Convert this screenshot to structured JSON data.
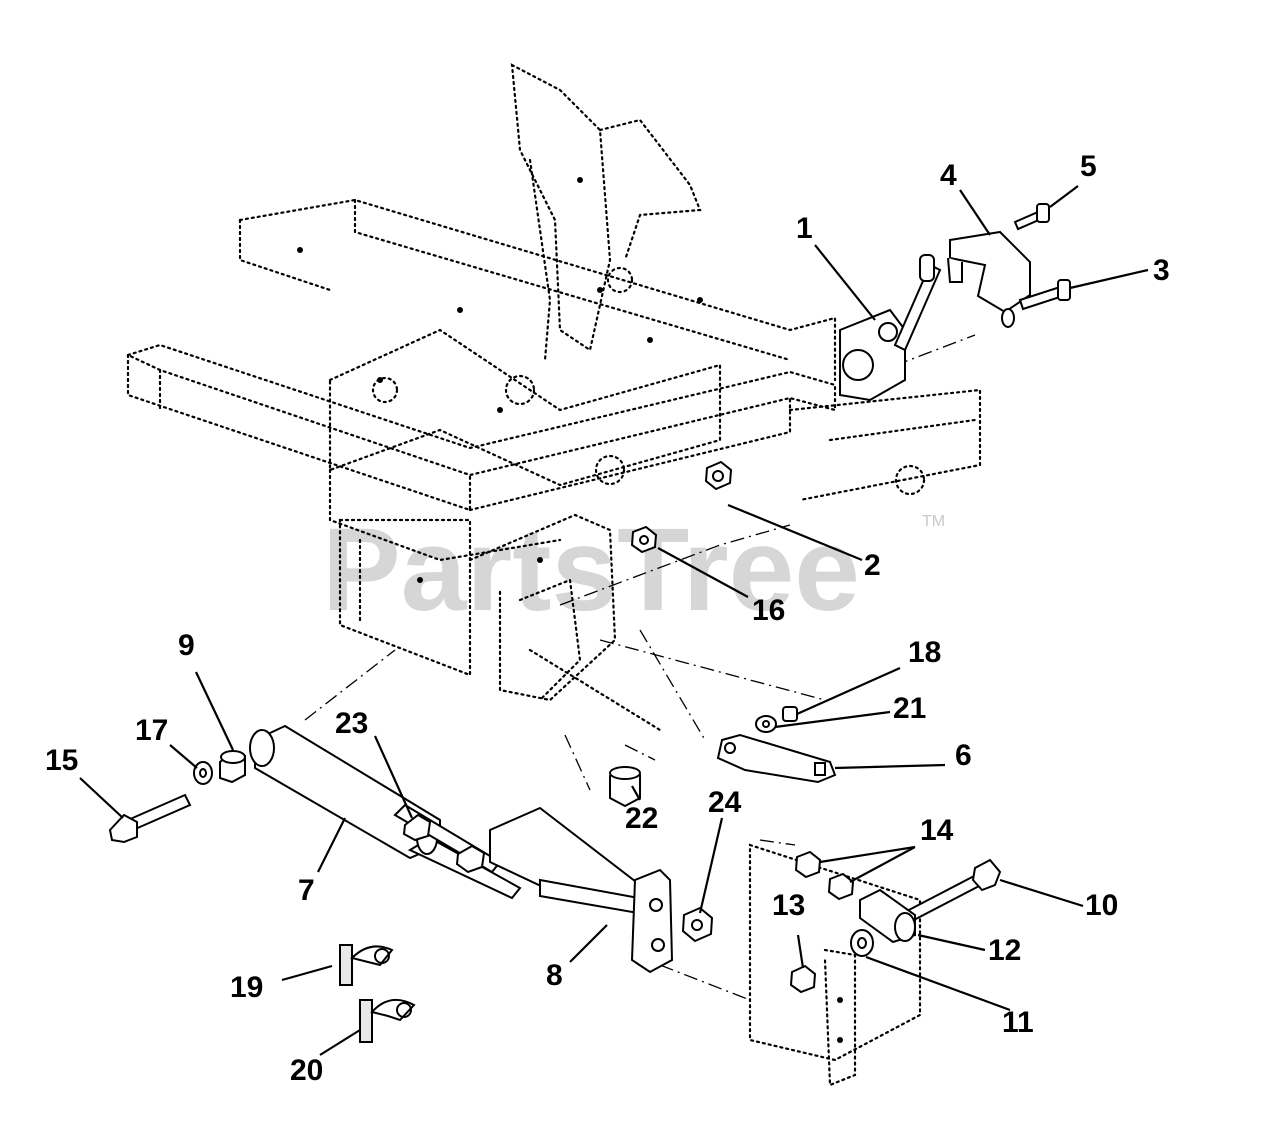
{
  "watermark": {
    "text": "PartsTree",
    "trademark": "TM"
  },
  "callouts": [
    "1",
    "2",
    "3",
    "4",
    "5",
    "6",
    "7",
    "8",
    "9",
    "10",
    "11",
    "12",
    "13",
    "14",
    "15",
    "16",
    "17",
    "18",
    "19",
    "20",
    "21",
    "22",
    "23",
    "24"
  ]
}
